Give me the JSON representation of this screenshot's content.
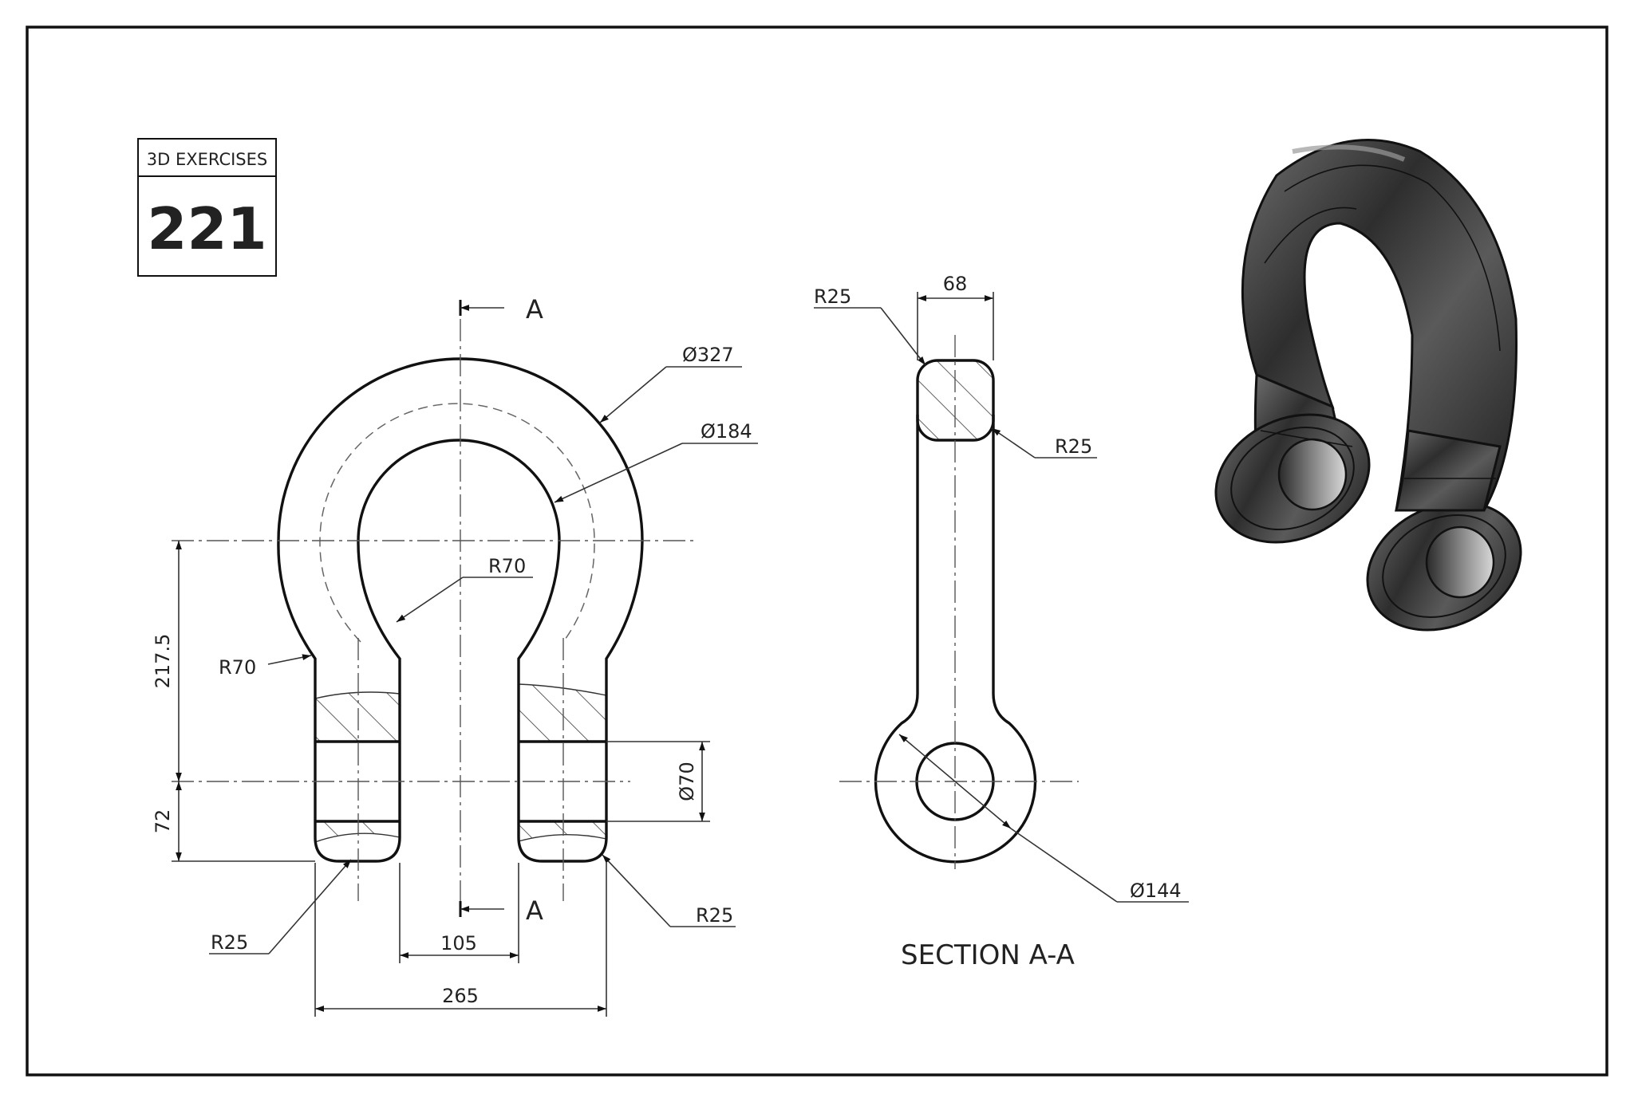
{
  "title_block": {
    "heading": "3D EXERCISES",
    "number": "221"
  },
  "section_marks": {
    "top": "A",
    "bottom": "A",
    "title": "SECTION A-A"
  },
  "front_view_dimensions": {
    "outer_diameter": "Ø327",
    "inner_diameter": "Ø184",
    "inner_radius": "R70",
    "outer_radius": "R70",
    "center_height": "217.5",
    "bottom_offset": "72",
    "hole_diameter": "Ø70",
    "gap_width": "105",
    "overall_width": "265",
    "fillet_left": "R25",
    "fillet_right": "R25"
  },
  "section_view_dimensions": {
    "width": "68",
    "top_left_radius": "R25",
    "right_radius": "R25",
    "eye_diameter": "Ø144"
  },
  "iso_view": {
    "fill_color": "#3a3a3a",
    "highlight_color": "#9a9a9a"
  }
}
